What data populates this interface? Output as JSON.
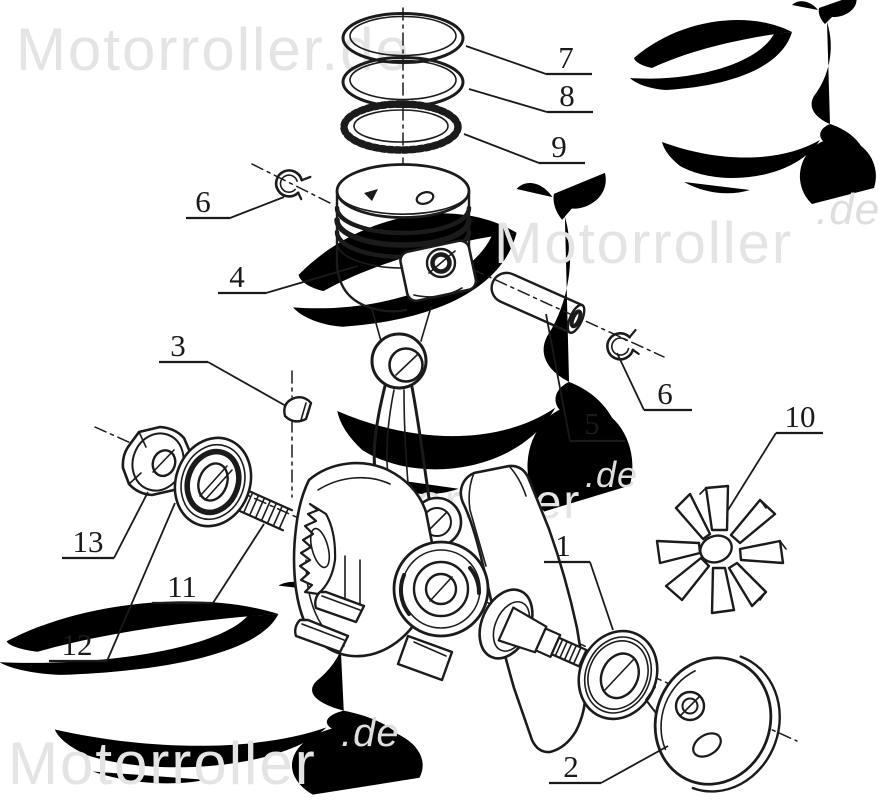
{
  "page": {
    "background_color": "#ffffff"
  },
  "watermark": {
    "brand_full": "Motorroller.de",
    "brand": "Motorroller",
    "tld": ".de",
    "text_color": "#e4e4e4",
    "scooter_color": "#dfe6f2"
  },
  "diagram": {
    "line_color": "#1b1b1b",
    "callouts": {
      "c1": "1",
      "c2": "2",
      "c3": "3",
      "c4": "4",
      "c5": "5",
      "c6a": "6",
      "c6b": "6",
      "c7": "7",
      "c8": "8",
      "c9": "9",
      "c10": "10",
      "c11": "11",
      "c12": "12",
      "c13": "13"
    }
  }
}
